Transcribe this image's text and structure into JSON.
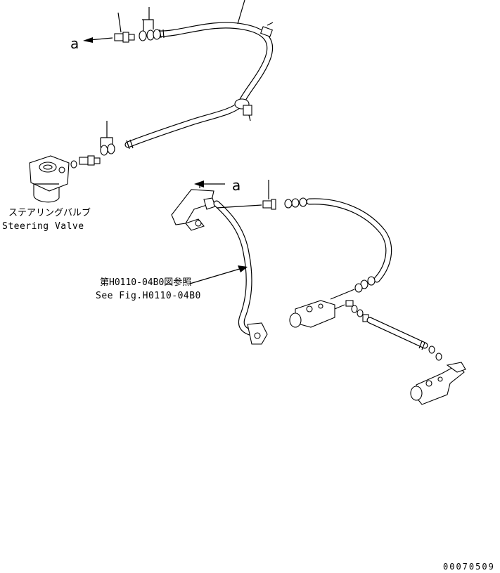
{
  "labels": {
    "steering_valve_ja": "ステアリングバルブ",
    "steering_valve_en": "Steering Valve",
    "see_fig_ja": "第H0110-04B0図参照",
    "see_fig_en": "See Fig.H0110-04B0",
    "callout_a_top": "a",
    "callout_a_mid": "a",
    "drawing_number": "00070509"
  }
}
